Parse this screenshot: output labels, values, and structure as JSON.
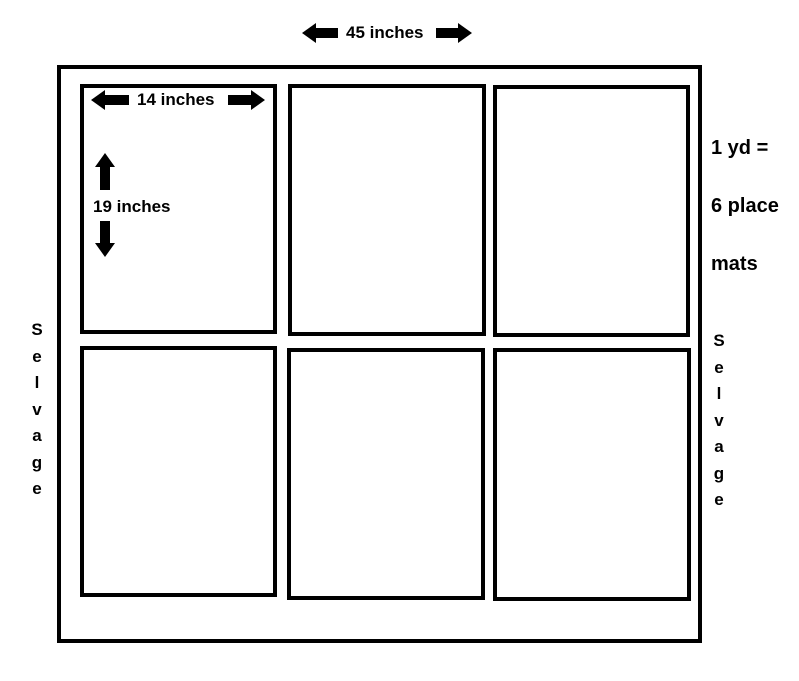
{
  "dimensions": {
    "width_label": "45 inches",
    "mat_width_label": "14 inches",
    "mat_height_label": "19 inches"
  },
  "note": {
    "line1": "1 yd =",
    "line2": "6 place",
    "line3": "mats"
  },
  "selvage": {
    "left": [
      "S",
      "e",
      "l",
      "v",
      "a",
      "g",
      "e"
    ],
    "right": [
      "S",
      "e",
      "l",
      "v",
      "a",
      "g",
      "e"
    ]
  },
  "place_mats": [
    "",
    "",
    "",
    "",
    "",
    ""
  ]
}
